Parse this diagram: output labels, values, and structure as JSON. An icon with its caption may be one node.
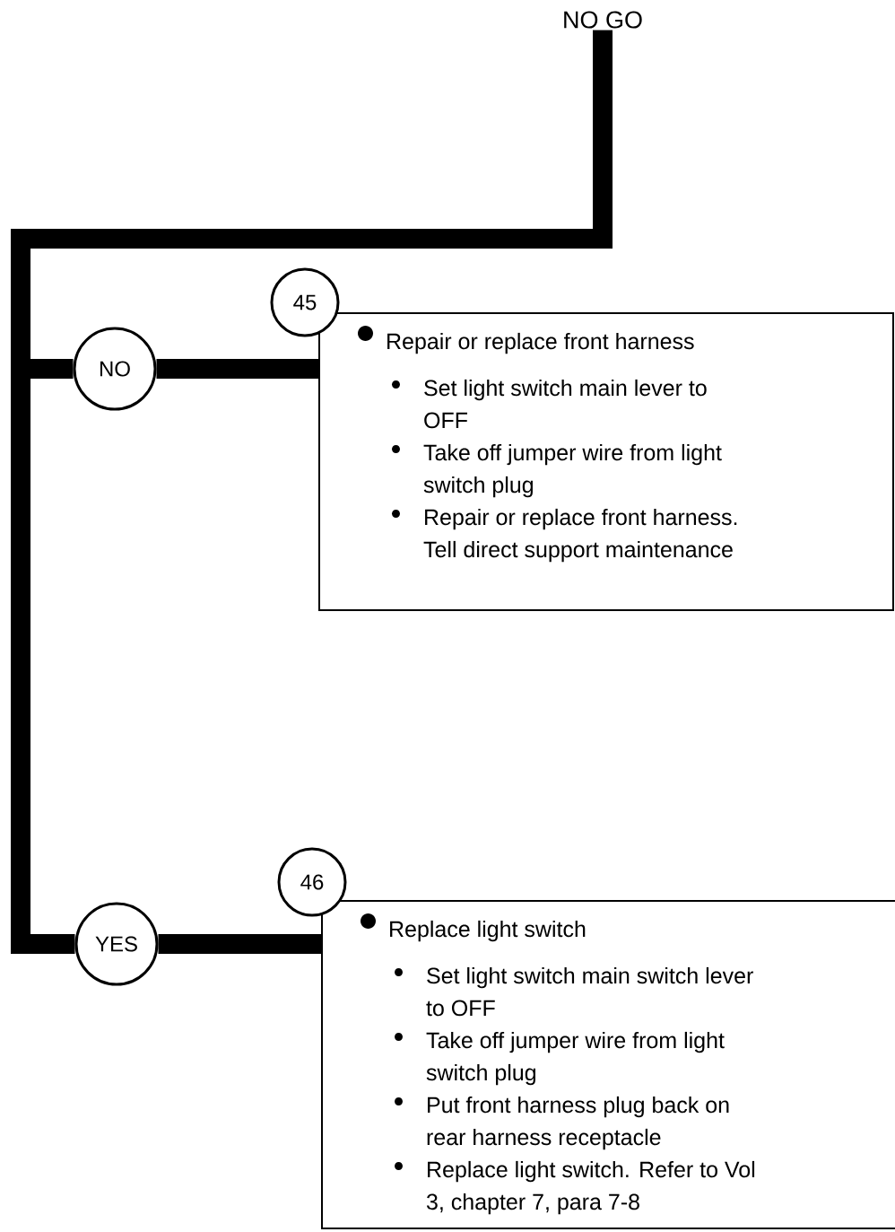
{
  "diagram": {
    "nodes": [
      {
        "text": [
          "NO GO"
        ]
      },
      {
        "text": [
          "NO"
        ]
      },
      {
        "text": [
          "45"
        ]
      },
      {
        "text": [
          "Repair or replace front harness",
          "Set light switch main lever to OFF",
          "Take off jumper wire from light switch plug",
          "Repair or replace front harness. Tell direct support maintenance"
        ]
      },
      {
        "text": [
          "YES"
        ]
      },
      {
        "text": [
          "46"
        ]
      },
      {
        "text": [
          "Replace light switch",
          "Set light switch main switch lever to OFF",
          "Take off jumper wire from light switch plug",
          "Put front harness plug back on rear harness receptacle",
          "Replace light switch. Refer to Vol 3, chapter 7, para 7-8"
        ]
      }
    ],
    "edges": [
      {
        "from": 0,
        "to": 1,
        "arrow": "none"
      },
      {
        "from": 0,
        "to": 4,
        "arrow": "none"
      },
      {
        "from": 1,
        "to": 3,
        "arrow": "none"
      },
      {
        "from": 4,
        "to": 6,
        "arrow": "none"
      }
    ]
  }
}
